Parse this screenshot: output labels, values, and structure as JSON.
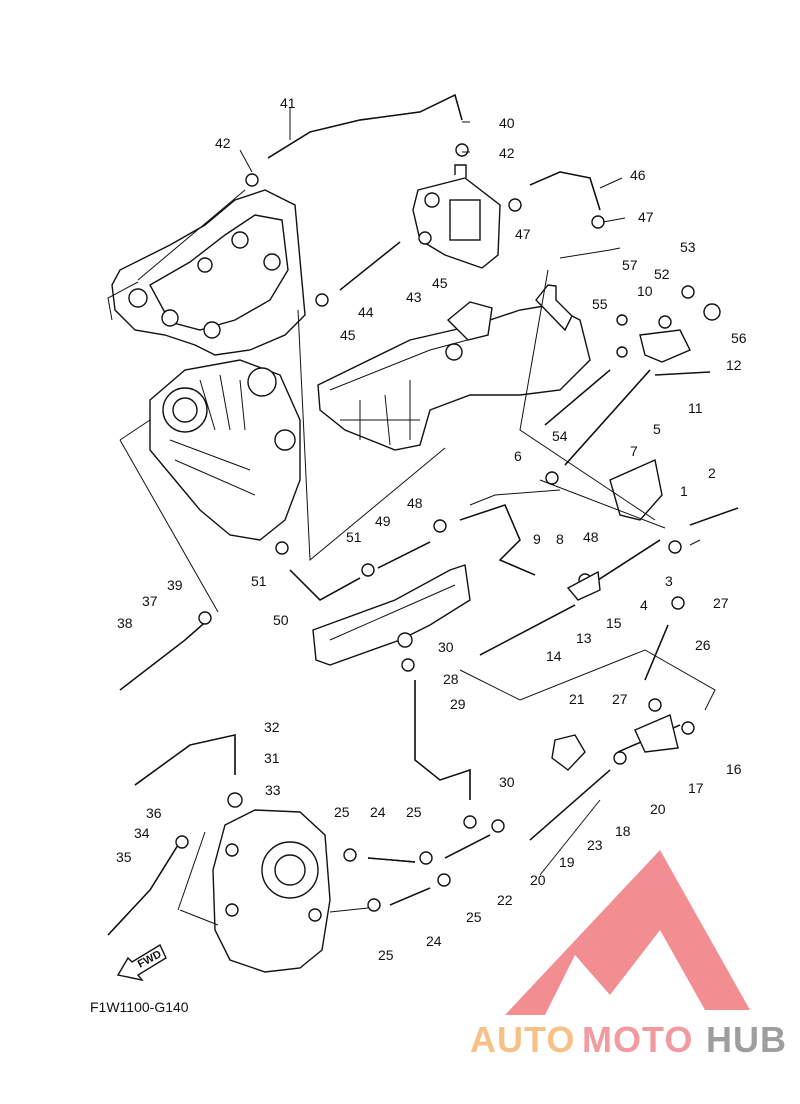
{
  "diagram": {
    "code": "F1W1100-G140",
    "fwd_label": "FWD"
  },
  "watermark": {
    "part1": "AUTO",
    "part2": "MOTO",
    "part3": "HUB",
    "colors": {
      "logo": "#f07a80",
      "auto": "#f6c086",
      "moto": "#f39aa0",
      "hub": "#9e9e9e"
    }
  },
  "callouts": [
    "41",
    "40",
    "42",
    "42",
    "46",
    "47",
    "47",
    "45",
    "43",
    "44",
    "45",
    "53",
    "57",
    "52",
    "10",
    "55",
    "56",
    "12",
    "11",
    "54",
    "5",
    "7",
    "6",
    "2",
    "1",
    "3",
    "27",
    "4",
    "48",
    "49",
    "51",
    "8",
    "9",
    "48",
    "15",
    "13",
    "14",
    "26",
    "37",
    "39",
    "38",
    "30",
    "28",
    "50",
    "51",
    "29",
    "21",
    "27",
    "16",
    "17",
    "20",
    "32",
    "31",
    "33",
    "36",
    "34",
    "35",
    "25",
    "24",
    "25",
    "30",
    "22",
    "20",
    "19",
    "23",
    "18",
    "25",
    "24",
    "25"
  ]
}
